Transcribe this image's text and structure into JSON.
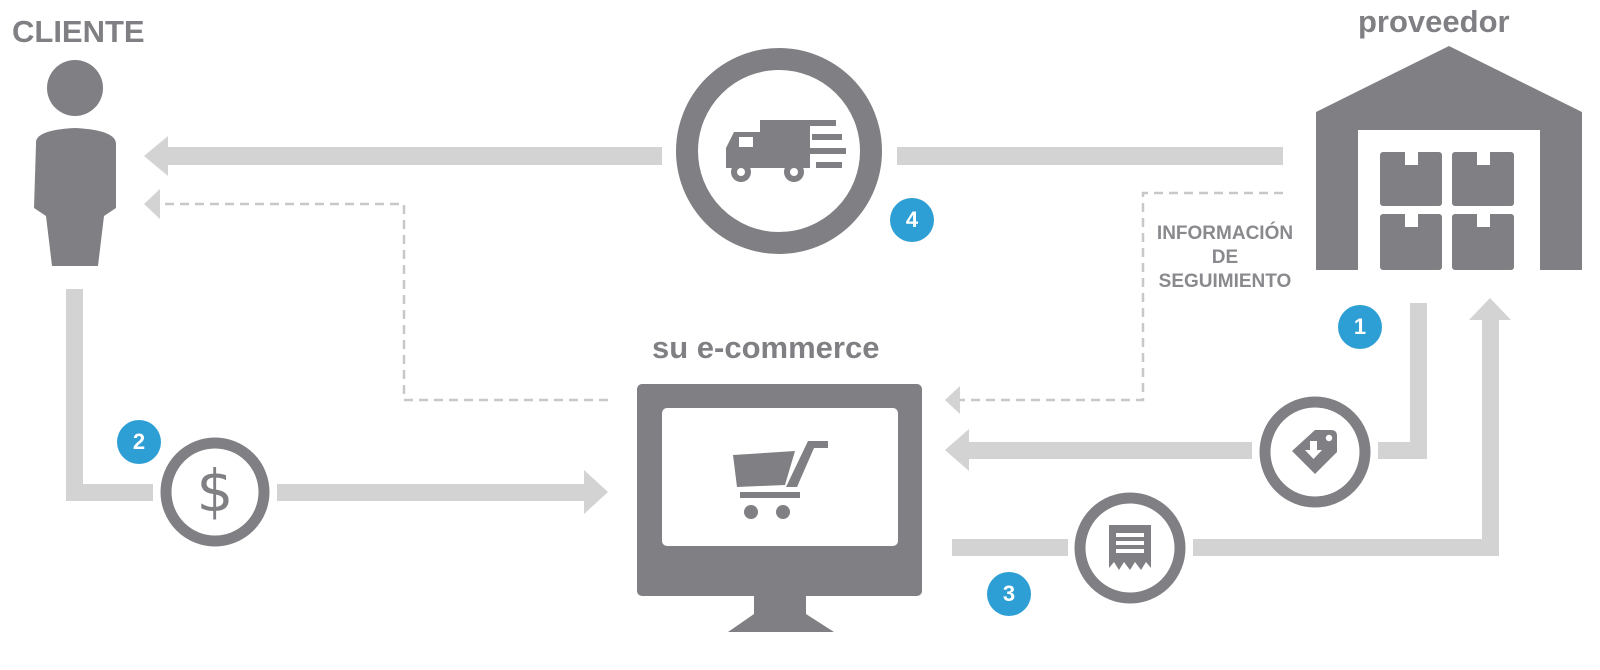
{
  "labels": {
    "cliente": "CLIENTE",
    "proveedor": "proveedor",
    "ecommerce": "su e-commerce",
    "tracking": [
      "INFORMACIÓN",
      "DE",
      "SEGUIMIENTO"
    ]
  },
  "steps": [
    "1",
    "2",
    "3",
    "4"
  ],
  "colors": {
    "icon": "#808084",
    "arrow": "#d3d3d3",
    "dashed": "#c8c8c8",
    "badge": "#2e9fd4"
  },
  "icons": {
    "cliente": "person-icon",
    "proveedor": "warehouse-icon",
    "ecommerce": "monitor-cart-icon",
    "envio": "delivery-truck-icon",
    "pago": "dollar-icon",
    "pedido": "price-tag-icon",
    "factura": "receipt-icon"
  }
}
